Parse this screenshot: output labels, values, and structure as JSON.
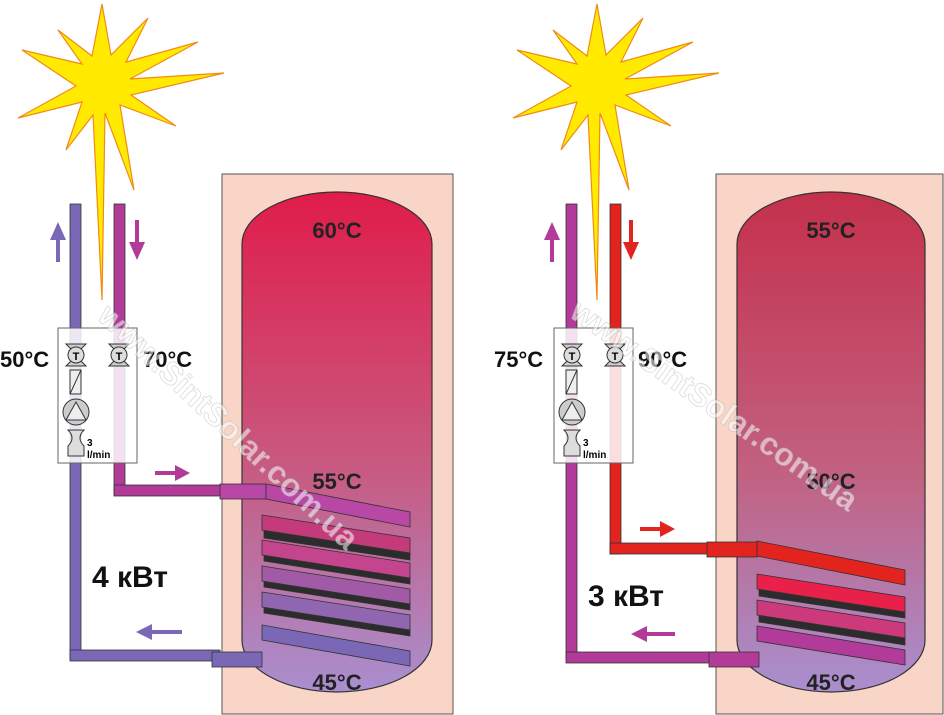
{
  "colors": {
    "tank_top_left": "#e01c4a",
    "tank_top_right": "#c4304c",
    "tank_bottom": "#a98fcf",
    "insulation": "#f9d5c7",
    "pipe_blue": "#7a68b6",
    "pipe_purple": "#b23b9a",
    "pipe_red": "#e3231d",
    "sun": "#ffea00",
    "sun_stroke": "#f08a1a"
  },
  "left": {
    "temp_tank_top": "60°C",
    "temp_tank_mid": "55°C",
    "temp_tank_bottom": "45°C",
    "temp_return": "50°C",
    "temp_supply": "70°C",
    "flow_rate_value": "3",
    "flow_rate_unit": "l/min",
    "power": "4 кВт",
    "valve_symbol": "T"
  },
  "right": {
    "temp_tank_top": "55°C",
    "temp_tank_mid": "50°C",
    "temp_tank_bottom": "45°C",
    "temp_return": "75°C",
    "temp_supply": "90°C",
    "flow_rate_value": "3",
    "flow_rate_unit": "l/min",
    "power": "3 кВт",
    "valve_symbol": "T"
  },
  "watermark": "www.SintSolar.com.ua"
}
